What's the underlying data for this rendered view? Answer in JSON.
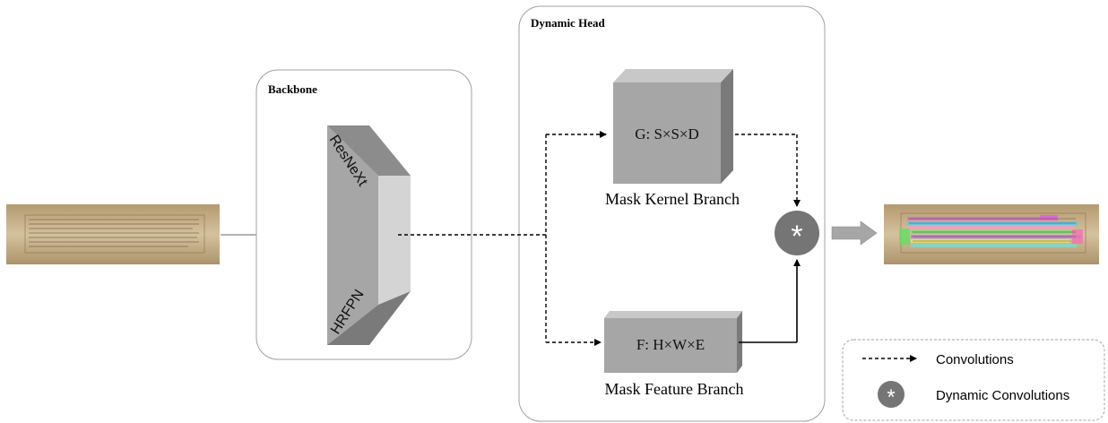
{
  "backbone": {
    "title": "Backbone",
    "top_label": "ResNeXt",
    "bottom_label": "HRFPN"
  },
  "dynamic_head": {
    "title": "Dynamic Head",
    "kernel_box_label": "G: S×S×D",
    "kernel_branch_label": "Mask Kernel Branch",
    "feature_box_label": "F: H×W×E",
    "feature_branch_label": "Mask Feature Branch"
  },
  "operator": {
    "symbol": "*"
  },
  "legend": {
    "convolutions_label": "Convolutions",
    "dynamic_convolutions_label": "Dynamic Convolutions",
    "dynamic_symbol": "*"
  },
  "colors": {
    "box_front": "#a6a6a6",
    "box_top": "#c8c8c8",
    "box_side": "#7a7a7a",
    "operator_fill": "#757575",
    "manuscript_paper": "#c9b48e",
    "panel_border": "#a0a0a0"
  },
  "icons": {
    "input_image": "manuscript-page-image",
    "output_image": "segmented-manuscript-image"
  }
}
